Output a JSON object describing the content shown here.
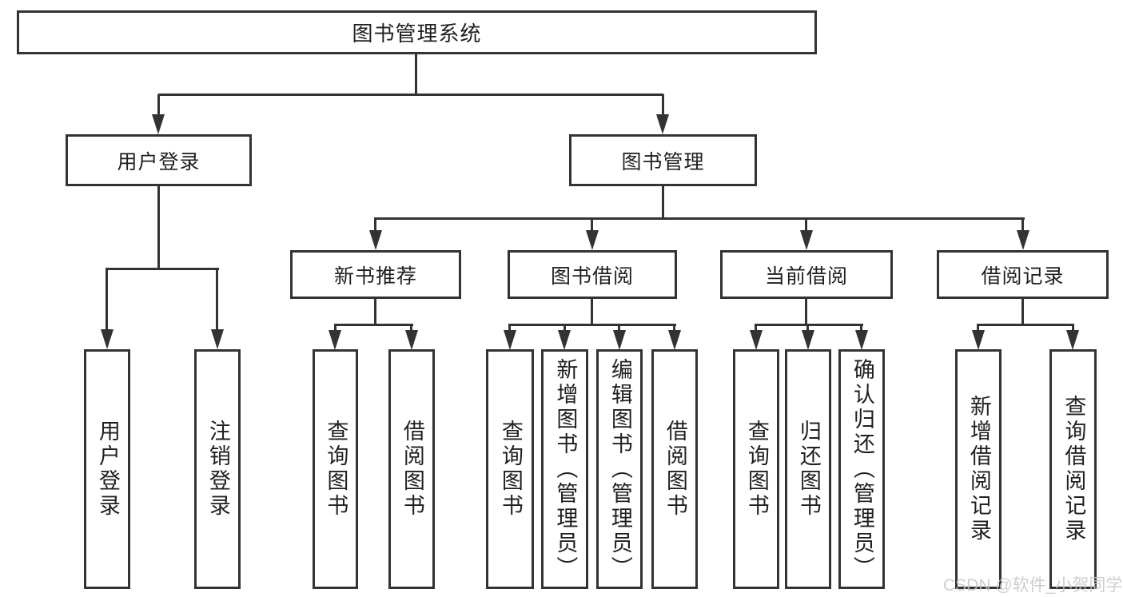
{
  "colors": {
    "line": "#333333",
    "text": "#1f1f1f",
    "bg": "#ffffff",
    "watermark": "#c6c6c6"
  },
  "tree": {
    "label": "图书管理系统",
    "children": [
      {
        "label": "用户登录",
        "children": [
          {
            "label": "用户登录"
          },
          {
            "label": "注销登录"
          }
        ]
      },
      {
        "label": "图书管理",
        "children": [
          {
            "label": "新书推荐",
            "children": [
              {
                "label": "查询图书"
              },
              {
                "label": "借阅图书"
              }
            ]
          },
          {
            "label": "图书借阅",
            "children": [
              {
                "label": "查询图书"
              },
              {
                "label": "新增图书（管理员）"
              },
              {
                "label": "编辑图书（管理员）"
              },
              {
                "label": "借阅图书"
              }
            ]
          },
          {
            "label": "当前借阅",
            "children": [
              {
                "label": "查询图书"
              },
              {
                "label": "归还图书"
              },
              {
                "label": "确认归还（管理员）"
              }
            ]
          },
          {
            "label": "借阅记录",
            "children": [
              {
                "label": "新增借阅记录"
              },
              {
                "label": "查询借阅记录"
              }
            ]
          }
        ]
      }
    ]
  },
  "watermark": "CSDN @软件_小贺同学"
}
